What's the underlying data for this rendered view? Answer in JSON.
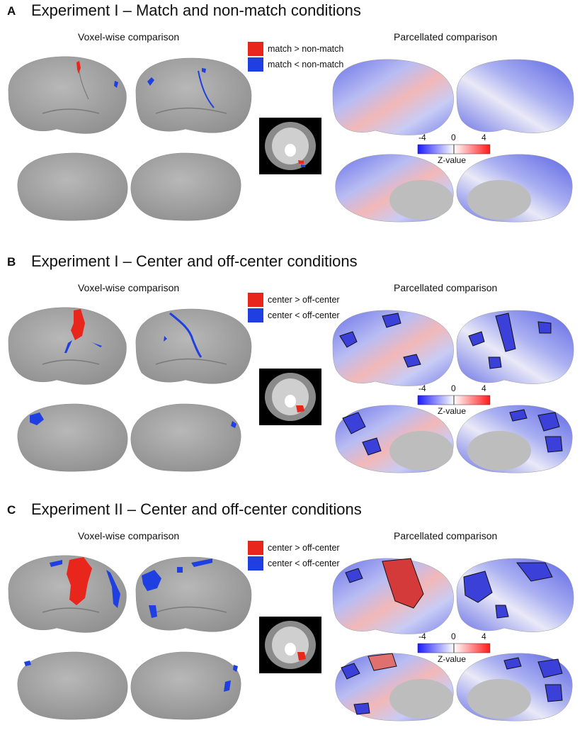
{
  "panels": [
    {
      "letter": "A",
      "title": "Experiment I – Match and non-match conditions",
      "voxel_label": "Voxel-wise comparison",
      "parcel_label": "Parcellated comparison",
      "legend": [
        {
          "label": "match > non-match",
          "color": "#e8261c"
        },
        {
          "label": "match < non-match",
          "color": "#1f3fe0"
        }
      ],
      "zscale": {
        "min": "-4",
        "mid": "0",
        "max": "4",
        "title": "Z-value"
      }
    },
    {
      "letter": "B",
      "title": "Experiment I – Center and off-center conditions",
      "voxel_label": "Voxel-wise comparison",
      "parcel_label": "Parcellated comparison",
      "legend": [
        {
          "label": "center > off-center",
          "color": "#e8261c"
        },
        {
          "label": "center < off-center",
          "color": "#1f3fe0"
        }
      ],
      "zscale": {
        "min": "-4",
        "mid": "0",
        "max": "4",
        "title": "Z-value"
      }
    },
    {
      "letter": "C",
      "title": "Experiment II – Center and off-center conditions",
      "voxel_label": "Voxel-wise comparison",
      "parcel_label": "Parcellated comparison",
      "legend": [
        {
          "label": "center > off-center",
          "color": "#e8261c"
        },
        {
          "label": "center < off-center",
          "color": "#1f3fe0"
        }
      ],
      "zscale": {
        "min": "-4",
        "mid": "0",
        "max": "4",
        "title": "Z-value"
      }
    }
  ]
}
